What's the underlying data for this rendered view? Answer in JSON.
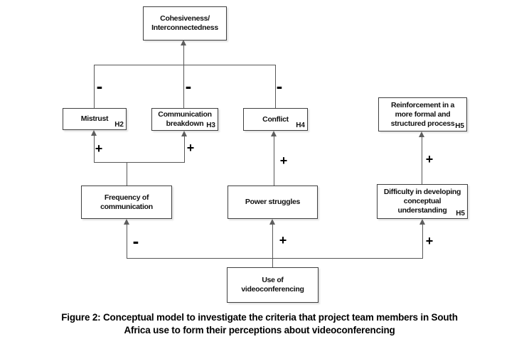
{
  "figure": {
    "caption_line1": "Figure 2: Conceptual model to investigate the criteria that project team members in South",
    "caption_line2": "Africa use to form their perceptions about videoconferencing"
  },
  "nodes": {
    "cohesiveness": {
      "line1": "Cohesiveness/",
      "line2": "Interconnectedness"
    },
    "mistrust": {
      "line1": "Mistrust",
      "tag": "H2"
    },
    "comm_breakdown": {
      "line1": "Communication",
      "line2": "breakdown",
      "tag": "H3"
    },
    "conflict": {
      "line1": "Conflict",
      "tag": "H4"
    },
    "reinforcement": {
      "line1": "Reinforcement in a",
      "line2": "more formal and",
      "line3": "structured process",
      "tag": "H5"
    },
    "frequency": {
      "line1": "Frequency of",
      "line2": "communication"
    },
    "power": {
      "line1": "Power struggles"
    },
    "difficulty": {
      "line1": "Difficulty in developing",
      "line2": "conceptual",
      "line3": "understanding",
      "tag": "H5"
    },
    "use_vc": {
      "line1": "Use of",
      "line2": "videoconferencing"
    }
  },
  "edge_signs": {
    "mistrust_to_cohesiveness": "-",
    "breakdown_to_cohesiveness": "-",
    "conflict_to_cohesiveness": "-",
    "frequency_to_mistrust": "+",
    "frequency_to_breakdown": "+",
    "power_to_conflict": "+",
    "difficulty_to_reinforcement": "+",
    "use_to_frequency": "-",
    "use_to_power": "+",
    "use_to_difficulty": "+"
  },
  "colors": {
    "line": "#575757",
    "box_border": "#3f3f3f",
    "text": "#111111",
    "background": "#ffffff"
  }
}
